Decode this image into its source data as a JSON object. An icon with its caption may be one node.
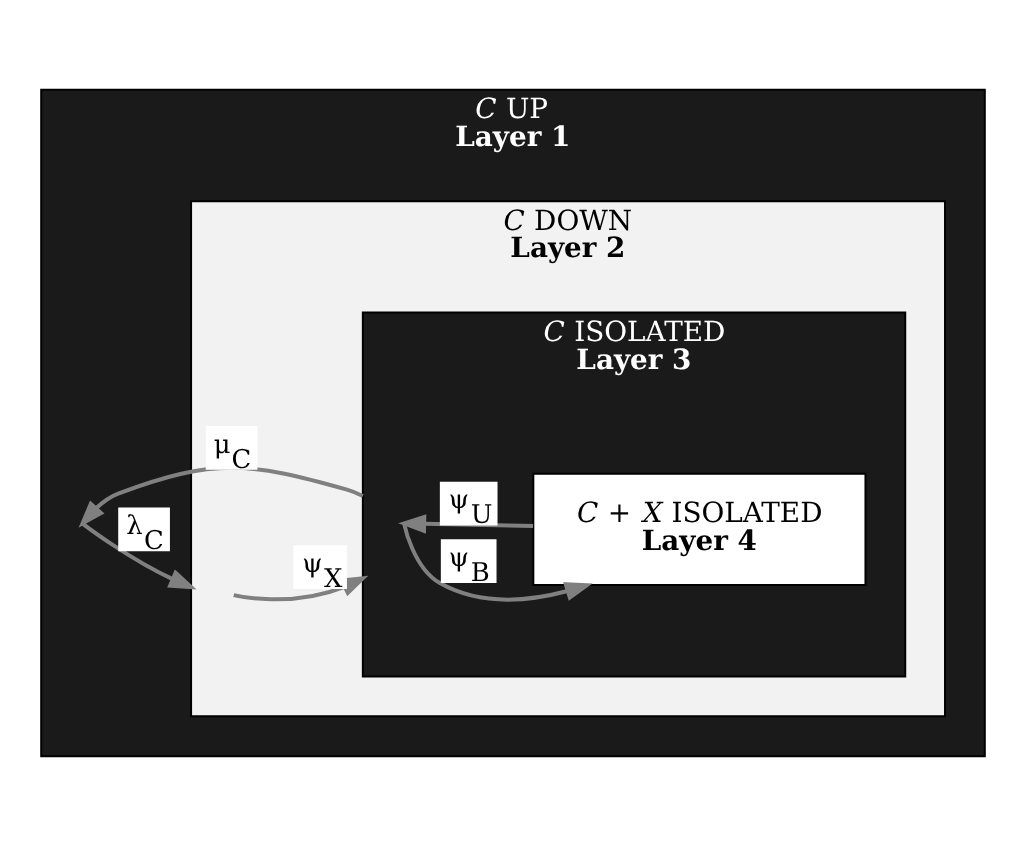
{
  "diagram": {
    "nodes": [
      {
        "text": [
          "*C* UP",
          "Layer 1"
        ]
      },
      {
        "text": [
          "*C* DOWN",
          "Layer 2"
        ],
        "in": 0
      },
      {
        "text": [
          "*C* ISOLATED",
          "Layer 3"
        ],
        "in": 1
      },
      {
        "text": [
          "*C* + *X* ISOLATED",
          "Layer 4"
        ],
        "in": 2
      }
    ],
    "edges": [
      {
        "from": 0,
        "to": 1,
        "arrow": "to",
        "label": "λ$_{C}$"
      },
      {
        "from": 1,
        "to": 2,
        "arrow": "to",
        "label": "ψ$_{X}$"
      },
      {
        "from": 2,
        "to": 3,
        "arrow": "to",
        "label": "ψ$_{B}$"
      },
      {
        "from": 3,
        "to": 2,
        "arrow": "to",
        "label": "ψ$_{U}$"
      },
      {
        "from": 2,
        "to": 0,
        "arrow": "to",
        "label": "μ$_{C}$"
      }
    ]
  }
}
